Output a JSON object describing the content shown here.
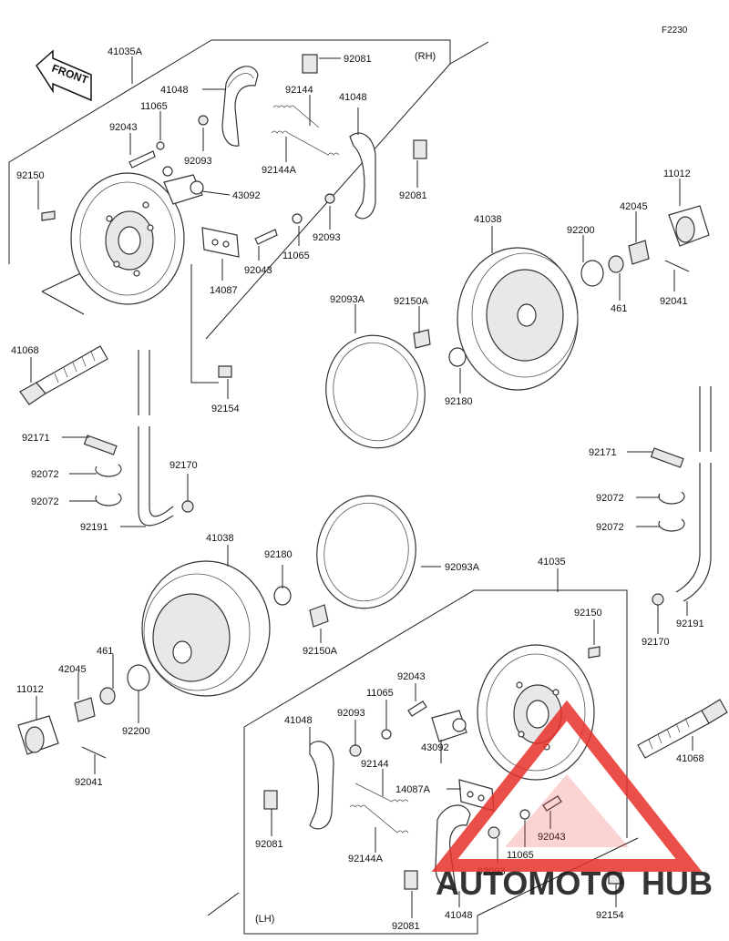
{
  "figure_code": "F2230",
  "front_marker": "FRONT",
  "side_labels": {
    "right": "(RH)",
    "left": "(LH)"
  },
  "watermark": {
    "part1": "AUTOMOTO",
    "part2": "HUB",
    "color_main": "#e8312b",
    "color_secondary": "#f2b234"
  },
  "labels": {
    "rh_41035A": "41035A",
    "rh_41048_a": "41048",
    "rh_92081_a": "92081",
    "rh_92144": "92144",
    "rh_41048_b": "41048",
    "rh_11065_a": "11065",
    "rh_92043_a": "92043",
    "rh_92093_a": "92093",
    "rh_92144A": "92144A",
    "rh_92150": "92150",
    "rh_43092": "43092",
    "rh_92081_b": "92081",
    "rh_92093_b": "92093",
    "rh_11065_b": "11065",
    "rh_92043_b": "92043",
    "rh_14087": "14087",
    "rh_41038": "41038",
    "rh_92200": "92200",
    "rh_42045": "42045",
    "rh_11012": "11012",
    "rh_461": "461",
    "rh_92041": "92041",
    "rh_92093A": "92093A",
    "rh_92150A": "92150A",
    "rh_92180": "92180",
    "rh_41068": "41068",
    "rh_92154": "92154",
    "rh_92171": "92171",
    "rh_92072_a": "92072",
    "rh_92072_b": "92072",
    "rh_92170": "92170",
    "rh_92191": "92191",
    "lh_41038": "41038",
    "lh_92180": "92180",
    "lh_92093A": "92093A",
    "lh_92150A": "92150A",
    "lh_461": "461",
    "lh_42045": "42045",
    "lh_11012": "11012",
    "lh_92200": "92200",
    "lh_92041": "92041",
    "lh_92171": "92171",
    "lh_92072_a": "92072",
    "lh_92072_b": "92072",
    "lh_92191": "92191",
    "lh_92170": "92170",
    "lh_41035": "41035",
    "lh_92150": "92150",
    "lh_92043_a": "92043",
    "lh_11065_a": "11065",
    "lh_41048_a": "41048",
    "lh_92093_a": "92093",
    "lh_92144": "92144",
    "lh_43092": "43092",
    "lh_14087A": "14087A",
    "lh_41068": "41068",
    "lh_92081_a": "92081",
    "lh_92144A": "92144A",
    "lh_92043_b": "92043",
    "lh_11065_b": "11065",
    "lh_92093_b": "92093",
    "lh_92081_b": "92081",
    "lh_41048_b": "41048",
    "lh_92154": "92154"
  }
}
